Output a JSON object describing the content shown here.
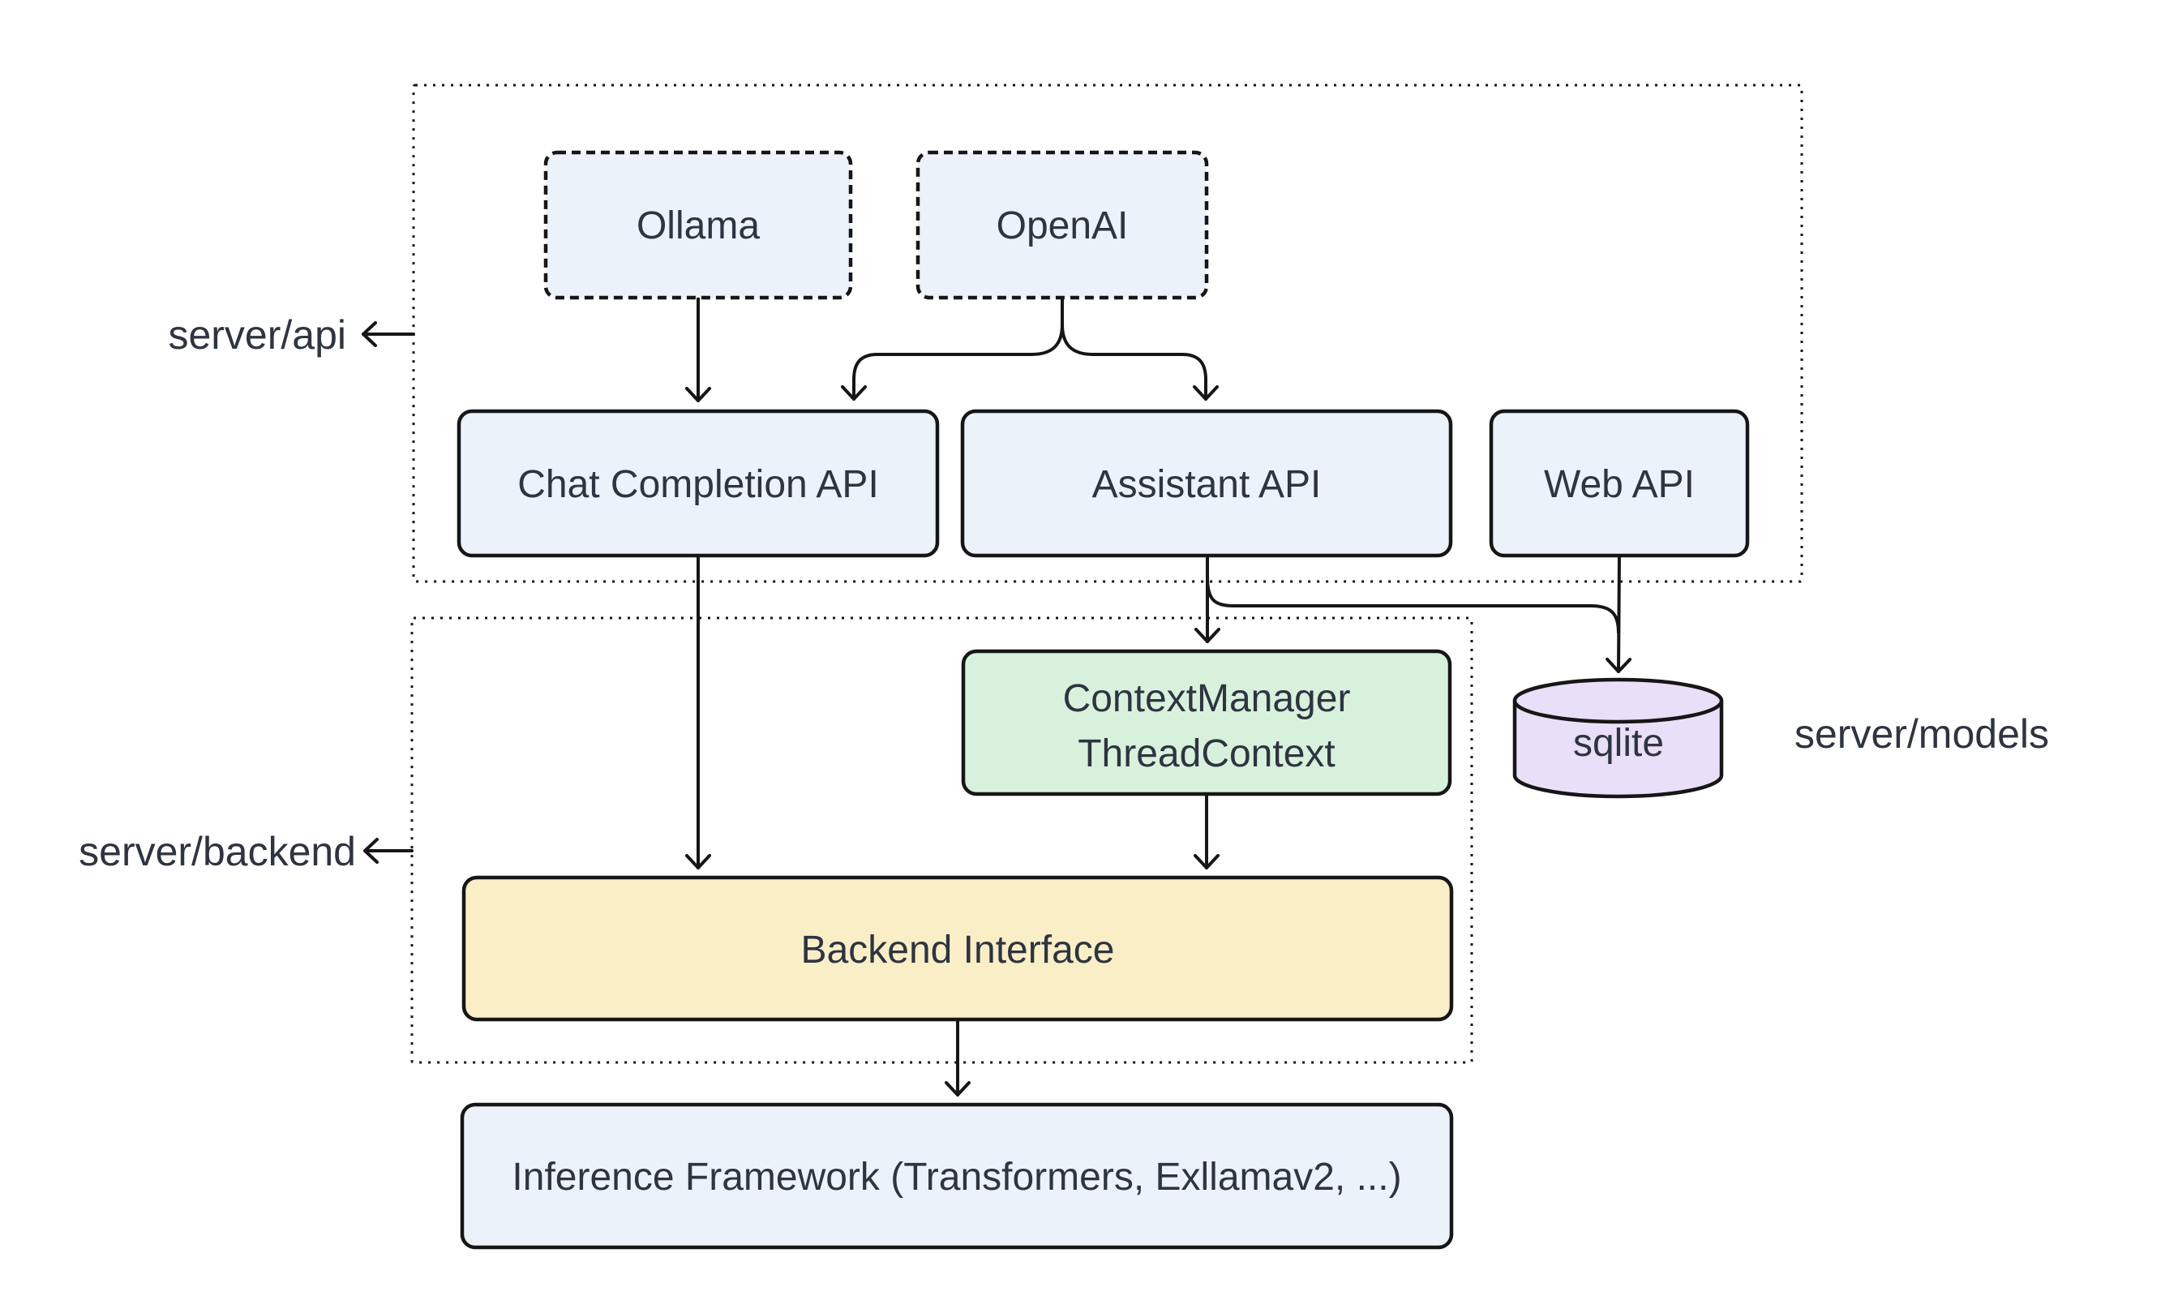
{
  "groups": {
    "api": {
      "label": "server/api"
    },
    "backend": {
      "label": "server/backend"
    },
    "models": {
      "label": "server/models"
    }
  },
  "nodes": {
    "ollama": {
      "label": "Ollama",
      "style": "dashed"
    },
    "openai": {
      "label": "OpenAI",
      "style": "dashed"
    },
    "chat_completion_api": {
      "label": "Chat Completion API"
    },
    "assistant_api": {
      "label": "Assistant API"
    },
    "web_api": {
      "label": "Web API"
    },
    "context_manager": {
      "label_line1": "ContextManager",
      "label_line2": "ThreadContext"
    },
    "sqlite": {
      "label": "sqlite",
      "shape": "cylinder"
    },
    "backend_interface": {
      "label": "Backend Interface"
    },
    "inference_framework": {
      "label": "Inference Framework (Transformers, Exllamav2, ...)"
    }
  },
  "edges": [
    {
      "from": "Ollama",
      "to": "Chat Completion API"
    },
    {
      "from": "OpenAI",
      "to": "Chat Completion API"
    },
    {
      "from": "OpenAI",
      "to": "Assistant API"
    },
    {
      "from": "Chat Completion API",
      "to": "Backend Interface"
    },
    {
      "from": "Assistant API",
      "to": "ContextManager ThreadContext"
    },
    {
      "from": "Assistant API",
      "to": "sqlite"
    },
    {
      "from": "Web API",
      "to": "sqlite"
    },
    {
      "from": "ContextManager ThreadContext",
      "to": "Backend Interface"
    },
    {
      "from": "Backend Interface",
      "to": "Inference Framework (Transformers, Exllamav2, ...)"
    }
  ],
  "colors": {
    "node_fill": "#ecf2fa",
    "green_fill": "#d8f1dc",
    "purple_fill": "#e9dff8",
    "yellow_fill": "#faeec6",
    "stroke": "#161616",
    "edge": "#161616",
    "text": "#2e3440",
    "background": "#ffffff"
  }
}
